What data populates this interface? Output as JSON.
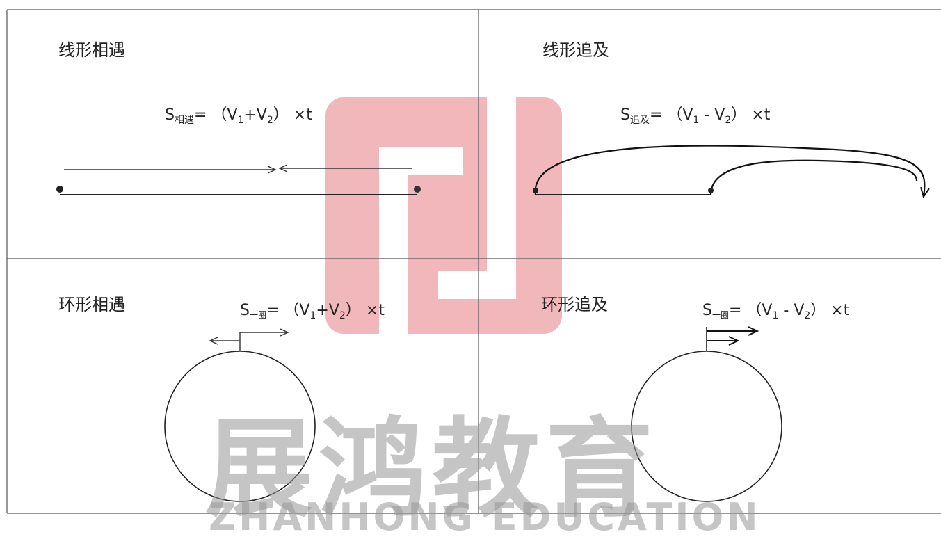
{
  "quadrants": {
    "top_left": {
      "title": "线形相遇",
      "formula": {
        "s": "S",
        "sub": "相遇",
        "rest": "= （V",
        "v1": "1",
        "plus": "+V",
        "v2": "2",
        "tail": "） ×t"
      }
    },
    "top_right": {
      "title": "线形追及",
      "formula": {
        "s": "S",
        "sub": "追及",
        "rest": "= （V",
        "v1": "1",
        "minus": " - V",
        "v2": "2",
        "tail": "） ×t"
      }
    },
    "bottom_left": {
      "title": "环形相遇",
      "formula": {
        "s": "S",
        "sub": "一圈",
        "rest": "= （V",
        "v1": "1",
        "plus": "+V",
        "v2": "2",
        "tail": "） ×t"
      }
    },
    "bottom_right": {
      "title": "环形追及",
      "formula": {
        "s": "S",
        "sub": "一圈",
        "rest": "= （V",
        "v1": "1",
        "minus": " - V",
        "v2": "2",
        "tail": "） ×t"
      }
    }
  },
  "watermark": {
    "cn": "展鸿教育",
    "en": "ZHANHONG EDUCATION",
    "logo_color": "#e8888f"
  }
}
